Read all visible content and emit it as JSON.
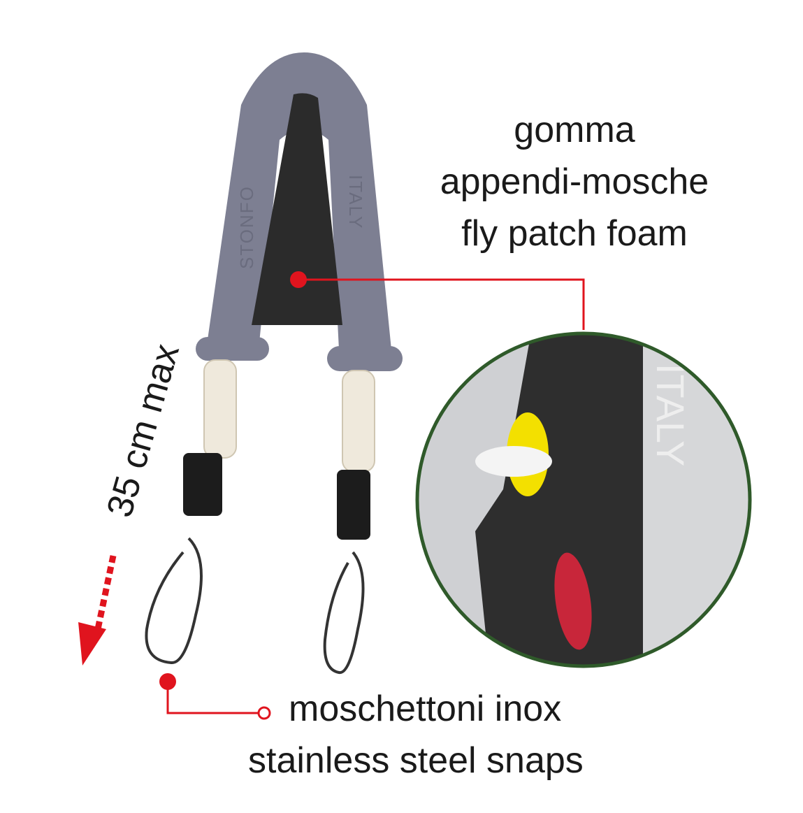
{
  "foam_callout": {
    "line1": "gomma",
    "line2": "appendi-mosche",
    "line3": "fly patch foam"
  },
  "snaps_callout": {
    "line1": "moschettoni inox",
    "line2": "stainless steel snaps"
  },
  "length_label": "35 cm max",
  "product_branding": {
    "left": "STONFO",
    "right": "ITALY"
  },
  "colors": {
    "accent_red": "#e0141e",
    "body_gray": "#7d7f92",
    "circle_border": "#2f5a2a",
    "foam": "#2b2b2b"
  }
}
